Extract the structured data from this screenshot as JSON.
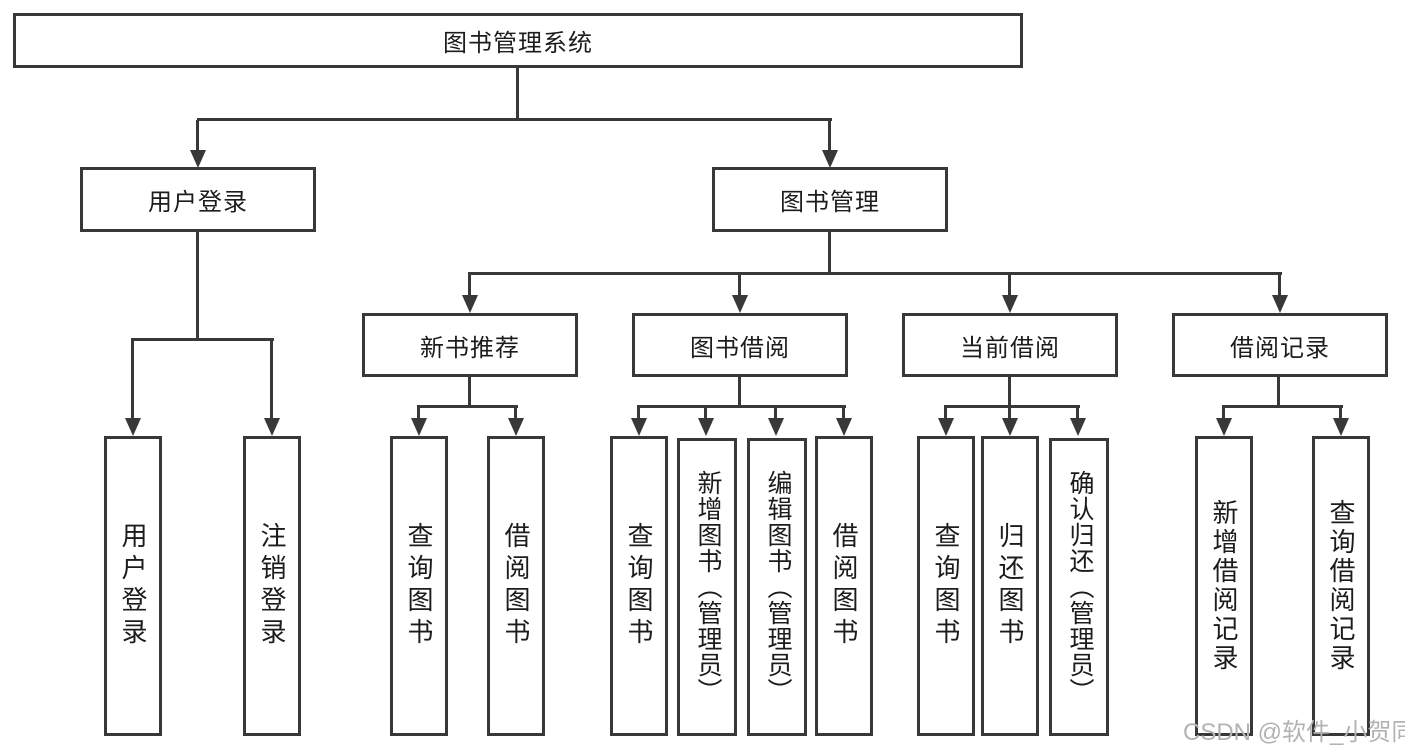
{
  "nodes": {
    "root": "图书管理系统",
    "level2": {
      "user_login": "用户登录",
      "book_mgmt": "图书管理"
    },
    "level3": {
      "new_books": "新书推荐",
      "book_borrow": "图书借阅",
      "current_borrow": "当前借阅",
      "borrow_records": "借阅记录"
    },
    "leaves": {
      "user_login": "用户登录",
      "logout": "注销登录",
      "nb_query_books": "查询图书",
      "nb_borrow_books": "借阅图书",
      "bb_query_books": "查询图书",
      "bb_add_books": "新增图书（管理员）",
      "bb_edit_books": "编辑图书（管理员）",
      "bb_borrow_books": "借阅图书",
      "cb_query_books": "查询图书",
      "cb_return_books": "归还图书",
      "cb_confirm_return": "确认归还（管理员）",
      "br_add_record": "新增借阅记录",
      "br_query_record": "查询借阅记录"
    }
  },
  "watermark": {
    "text": "CSDN @软件_小贺同学"
  },
  "colors": {
    "line": "#383838",
    "text": "#1c1c1c",
    "watermark": "#b3b3b3",
    "background": "#ffffff"
  }
}
